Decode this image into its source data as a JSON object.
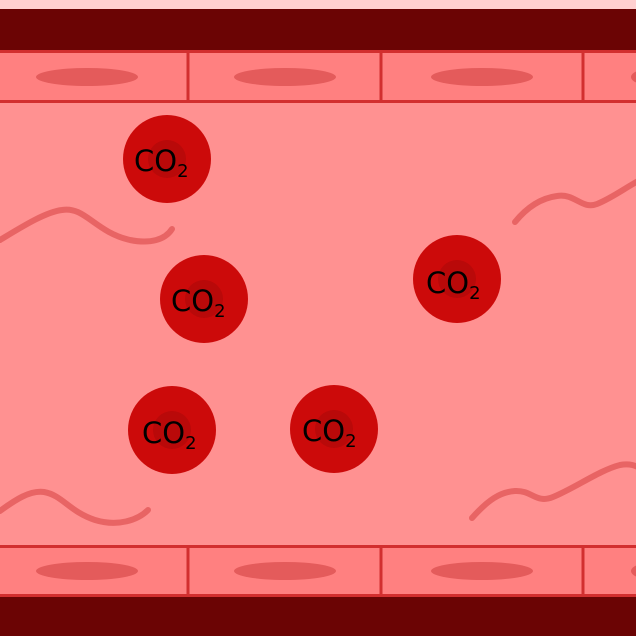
{
  "diagram": {
    "colors": {
      "lumen": "#ff9191",
      "vessel_wall_outer": "#6b0404",
      "vessel_wall_highlight": "#ffd0d0",
      "endothelium": "#ff8080",
      "endothelium_border": "#d22f2f",
      "nucleus": "#e45b5b",
      "fibrin": "#e86464",
      "rbc": "#cc0a0a",
      "rbc_center": "#b90909"
    },
    "cells": [
      {
        "id": "rbc-1",
        "main": "CO",
        "sub": "2"
      },
      {
        "id": "rbc-2",
        "main": "CO",
        "sub": "2"
      },
      {
        "id": "rbc-3",
        "main": "CO",
        "sub": "2"
      },
      {
        "id": "rbc-4",
        "main": "CO",
        "sub": "2"
      },
      {
        "id": "rbc-5",
        "main": "CO",
        "sub": "2"
      }
    ]
  }
}
